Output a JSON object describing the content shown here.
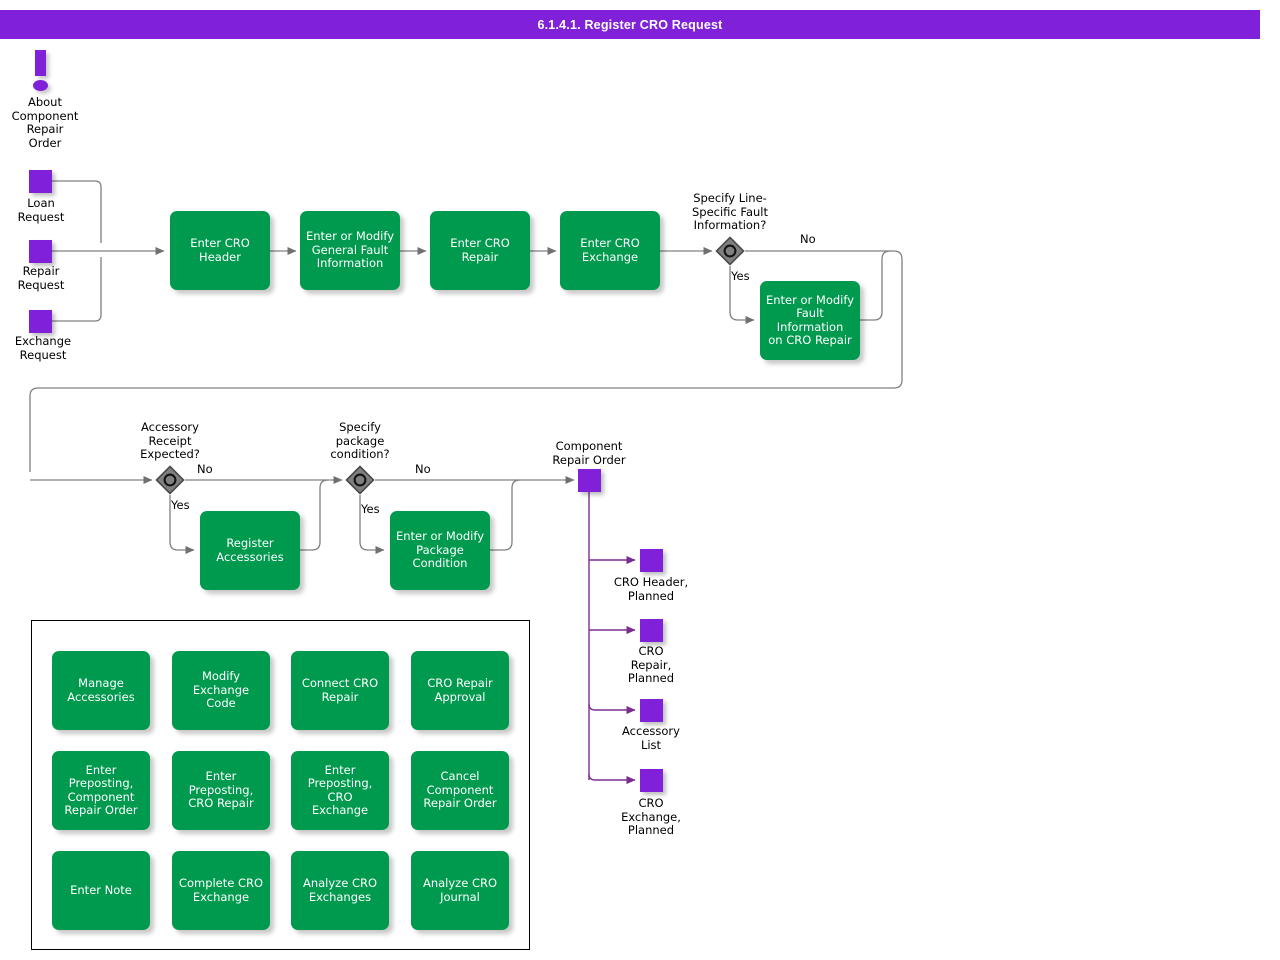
{
  "header": {
    "title": "6.1.4.1. Register CRO Request",
    "bar_color": "#8020D8"
  },
  "palette": {
    "process_green": "#009A4E",
    "entity_purple": "#8020D8",
    "decision_gray": "#808080",
    "edge_gray": "#808080",
    "edge_purple": "#7B2D8E",
    "panel_border": "#000000",
    "text_dark": "#000000",
    "text_light": "#FFFFFF"
  },
  "info_note": {
    "icon": "exclamation-icon",
    "label": "About\nComponent\nRepair\nOrder"
  },
  "inputs": [
    {
      "id": "loan-request",
      "label": "Loan\nRequest"
    },
    {
      "id": "repair-request",
      "label": "Repair\nRequest"
    },
    {
      "id": "exchange-request",
      "label": "Exchange\nRequest"
    }
  ],
  "processes": [
    {
      "id": "enter-cro-header",
      "label": "Enter CRO\nHeader"
    },
    {
      "id": "enter-or-modify-general-fault-information",
      "label": "Enter or Modify\nGeneral Fault\nInformation"
    },
    {
      "id": "enter-cro-repair",
      "label": "Enter CRO\nRepair"
    },
    {
      "id": "enter-cro-exchange",
      "label": "Enter CRO\nExchange"
    },
    {
      "id": "enter-or-modify-fault-information-on-cro-repair",
      "label": "Enter or Modify\nFault Information\non CRO Repair"
    },
    {
      "id": "register-accessories",
      "label": "Register\nAccessories"
    },
    {
      "id": "enter-or-modify-package-condition",
      "label": "Enter or Modify\nPackage\nCondition"
    }
  ],
  "decisions": [
    {
      "id": "specify-line-specific-fault-information",
      "question": "Specify Line-\nSpecific Fault\nInformation?",
      "yes_label": "Yes",
      "no_label": "No"
    },
    {
      "id": "accessory-receipt-expected",
      "question": "Accessory\nReceipt\nExpected?",
      "yes_label": "Yes",
      "no_label": "No"
    },
    {
      "id": "specify-package-condition",
      "question": "Specify\npackage\ncondition?",
      "yes_label": "Yes",
      "no_label": "No"
    }
  ],
  "outputs": {
    "main": {
      "id": "component-repair-order",
      "label": "Component\nRepair Order"
    },
    "children": [
      {
        "id": "cro-header-planned",
        "label": "CRO Header,\nPlanned"
      },
      {
        "id": "cro-repair-planned",
        "label": "CRO\nRepair,\nPlanned"
      },
      {
        "id": "accessory-list",
        "label": "Accessory\nList"
      },
      {
        "id": "cro-exchange-planned",
        "label": "CRO\nExchange,\nPlanned"
      }
    ]
  },
  "operations_panel": {
    "items": [
      {
        "id": "manage-accessories",
        "label": "Manage\nAccessories"
      },
      {
        "id": "modify-exchange-code",
        "label": "Modify Exchange\nCode"
      },
      {
        "id": "connect-cro-repair",
        "label": "Connect CRO\nRepair"
      },
      {
        "id": "cro-repair-approval",
        "label": "CRO Repair\nApproval"
      },
      {
        "id": "enter-preposting-component-repair-order",
        "label": "Enter\nPreposting,\nComponent\nRepair Order"
      },
      {
        "id": "enter-preposting-cro-repair",
        "label": "Enter\nPreposting,\nCRO Repair"
      },
      {
        "id": "enter-preposting-cro-exchange",
        "label": "Enter\nPreposting, CRO\nExchange"
      },
      {
        "id": "cancel-component-repair-order",
        "label": "Cancel\nComponent\nRepair Order"
      },
      {
        "id": "enter-note",
        "label": "Enter Note"
      },
      {
        "id": "complete-cro-exchange",
        "label": "Complete CRO\nExchange"
      },
      {
        "id": "analyze-cro-exchanges",
        "label": "Analyze CRO\nExchanges"
      },
      {
        "id": "analyze-cro-journal",
        "label": "Analyze CRO\nJournal"
      }
    ]
  }
}
